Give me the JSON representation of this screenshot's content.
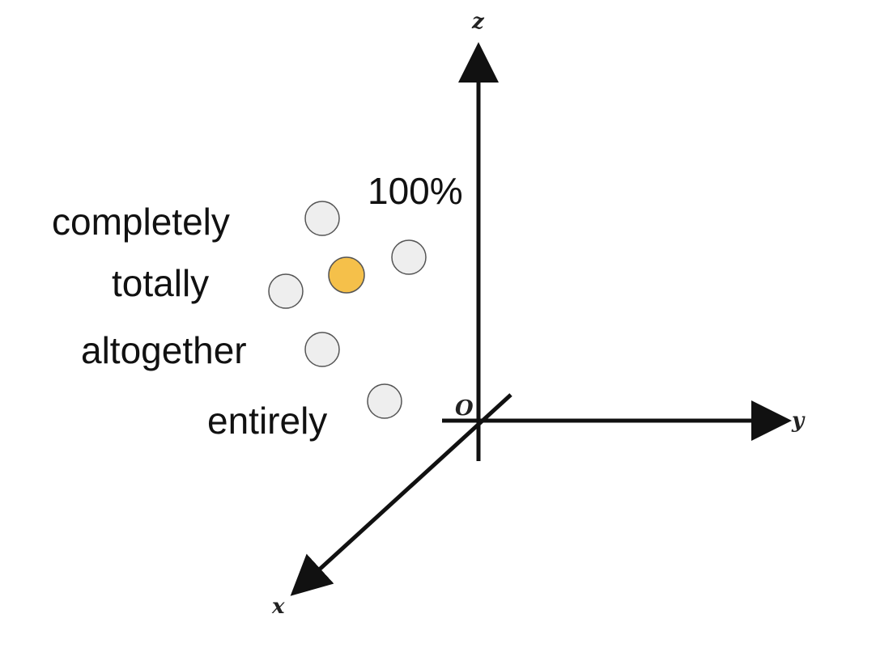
{
  "axes": {
    "x_label": "x",
    "y_label": "y",
    "z_label": "z",
    "origin_label": "O"
  },
  "z_value_label": "100%",
  "words": {
    "completely": "completely",
    "totally": "totally",
    "altogether": "altogether",
    "entirely": "entirely"
  },
  "nodes": [
    {
      "name": "node-completely",
      "highlighted": false
    },
    {
      "name": "node-upper-right",
      "highlighted": false
    },
    {
      "name": "node-center",
      "highlighted": true
    },
    {
      "name": "node-totally",
      "highlighted": false
    },
    {
      "name": "node-altogether",
      "highlighted": false
    },
    {
      "name": "node-entirely",
      "highlighted": false
    }
  ],
  "colors": {
    "highlight": "#f5c04a",
    "node_fill": "#eeeeee",
    "axis": "#111111"
  }
}
